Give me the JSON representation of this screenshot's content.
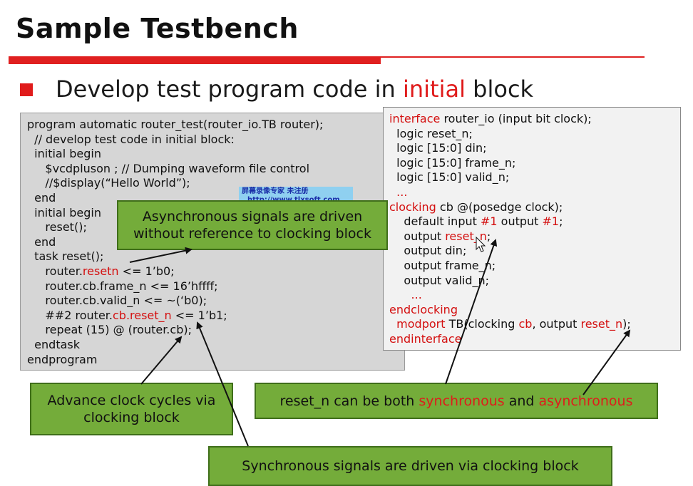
{
  "slide": {
    "title": "Sample Testbench",
    "heading_pre": "Develop test program code in ",
    "heading_red": "initial",
    "heading_post": " block"
  },
  "left_code": [
    {
      "parts": [
        {
          "t": "program automatic router_test(router_io.TB router);",
          "c": "k"
        }
      ]
    },
    {
      "parts": [
        {
          "t": "  // develop test code in initial block:",
          "c": "k"
        }
      ]
    },
    {
      "parts": [
        {
          "t": "  initial begin",
          "c": "k"
        }
      ]
    },
    {
      "parts": [
        {
          "t": "     $vcdpluson ; // Dumping waveform file control",
          "c": "k"
        }
      ]
    },
    {
      "parts": [
        {
          "t": "     //$display(“Hello World”);",
          "c": "k"
        }
      ]
    },
    {
      "parts": [
        {
          "t": "  end",
          "c": "k"
        }
      ]
    },
    {
      "parts": [
        {
          "t": "  initial begin",
          "c": "k"
        }
      ]
    },
    {
      "parts": [
        {
          "t": "     reset();",
          "c": "k"
        }
      ]
    },
    {
      "parts": [
        {
          "t": "  end",
          "c": "k"
        }
      ]
    },
    {
      "parts": [
        {
          "t": "  task reset();",
          "c": "k"
        }
      ]
    },
    {
      "parts": [
        {
          "t": "     router.",
          "c": "k"
        },
        {
          "t": "resetn",
          "c": "r"
        },
        {
          "t": " <= 1’b0;",
          "c": "k"
        }
      ]
    },
    {
      "parts": [
        {
          "t": "     router.cb.frame_n <= 16’hffff;",
          "c": "k"
        }
      ]
    },
    {
      "parts": [
        {
          "t": "     router.cb.valid_n <= ~(‘b0);",
          "c": "k"
        }
      ]
    },
    {
      "parts": [
        {
          "t": "     ##2 router.",
          "c": "k"
        },
        {
          "t": "cb.reset_n",
          "c": "r"
        },
        {
          "t": " <= 1’b1;",
          "c": "k"
        }
      ]
    },
    {
      "parts": [
        {
          "t": "     repeat (15) @ (router.cb);",
          "c": "k"
        }
      ]
    },
    {
      "parts": [
        {
          "t": "  endtask",
          "c": "k"
        }
      ]
    },
    {
      "parts": [
        {
          "t": "endprogram",
          "c": "k"
        }
      ]
    }
  ],
  "right_code": [
    {
      "parts": [
        {
          "t": "interface",
          "c": "r"
        },
        {
          "t": " router_io (input bit clock);",
          "c": "k"
        }
      ]
    },
    {
      "parts": [
        {
          "t": "  logic reset_n;",
          "c": "k"
        }
      ]
    },
    {
      "parts": [
        {
          "t": "  logic [15:0] din;",
          "c": "k"
        }
      ]
    },
    {
      "parts": [
        {
          "t": "  logic [15:0] frame_n;",
          "c": "k"
        }
      ]
    },
    {
      "parts": [
        {
          "t": "  logic [15:0] valid_n;",
          "c": "k"
        }
      ]
    },
    {
      "parts": [
        {
          "t": "  ...",
          "c": "r"
        }
      ]
    },
    {
      "parts": [
        {
          "t": "clocking",
          "c": "r"
        },
        {
          "t": " cb @(posedge clock);",
          "c": "k"
        }
      ]
    },
    {
      "parts": [
        {
          "t": "    default input ",
          "c": "k"
        },
        {
          "t": "#1",
          "c": "r"
        },
        {
          "t": " output ",
          "c": "k"
        },
        {
          "t": "#1",
          "c": "r"
        },
        {
          "t": ";",
          "c": "k"
        }
      ]
    },
    {
      "parts": [
        {
          "t": "    output ",
          "c": "k"
        },
        {
          "t": "reset_n",
          "c": "r"
        },
        {
          "t": ";",
          "c": "k"
        }
      ]
    },
    {
      "parts": [
        {
          "t": "    output din;",
          "c": "k"
        }
      ]
    },
    {
      "parts": [
        {
          "t": "    output frame_n;",
          "c": "k"
        }
      ]
    },
    {
      "parts": [
        {
          "t": "    output valid_n;",
          "c": "k"
        }
      ]
    },
    {
      "parts": [
        {
          "t": "      ...",
          "c": "r"
        }
      ]
    },
    {
      "parts": [
        {
          "t": "endclocking",
          "c": "r"
        }
      ]
    },
    {
      "parts": [
        {
          "t": "  ",
          "c": "k"
        },
        {
          "t": "modport",
          "c": "r"
        },
        {
          "t": " TB(clocking ",
          "c": "k"
        },
        {
          "t": "cb",
          "c": "r"
        },
        {
          "t": ", output ",
          "c": "k"
        },
        {
          "t": "reset_n",
          "c": "r"
        },
        {
          "t": ");",
          "c": "k"
        }
      ]
    },
    {
      "parts": [
        {
          "t": "endinterface",
          "c": "r"
        }
      ]
    }
  ],
  "callouts": {
    "async_line1": "Asynchronous signals are driven",
    "async_line2": "without reference to clocking block",
    "advance_line1": "Advance clock cycles via",
    "advance_line2": "clocking block",
    "reset_pre": "reset_n can be both ",
    "reset_sync": "synchronous",
    "reset_mid": " and ",
    "reset_async": "asynchronous",
    "sync_text": "Synchronous signals are driven via clocking block"
  },
  "watermark": {
    "line1": "屏幕录像专家      未注册",
    "line2": "http://www.tlxsoft.com"
  },
  "colors": {
    "accent_red": "#e01b1b",
    "callout_green": "#74ac3a"
  }
}
